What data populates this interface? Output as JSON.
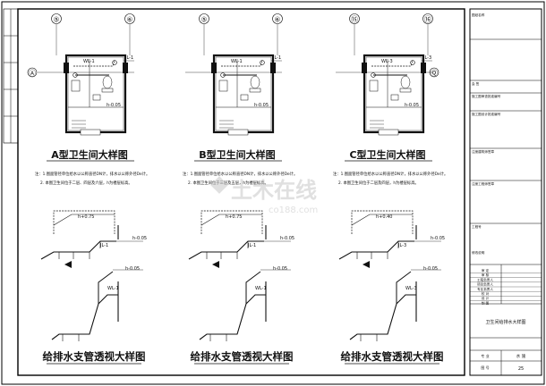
{
  "sheet": {
    "panels": [
      {
        "id": "A",
        "grid_left": "⑤",
        "grid_right": "⑥",
        "grid_row": "Ⓐ",
        "pipe_wl": "WL-1",
        "pipe_jl": "JL-1",
        "level": "h-0.05",
        "title": "A型卫生间大样图",
        "note1": "注：1.图面管径单位给水以公称直径DN计，排水以公称外径De计。",
        "note2": "2. 本图卫生间位于二层、四层及六层，h为楼层标高。",
        "iso": {
          "h1": "h+0.75",
          "h2": "h-0.05",
          "h3": "h-0.05",
          "jl": "JL-1",
          "wl": "WL-1"
        },
        "iso_title": "给排水支管透视大样图"
      },
      {
        "id": "B",
        "grid_left": "⑤",
        "grid_right": "⑥",
        "grid_row": "",
        "pipe_wl": "WL-1",
        "pipe_jl": "JL-1",
        "level": "h-0.05",
        "title": "B型卫生间大样图",
        "note1": "注：1.图面管径单位给水以公称直径DN计，排水以公称外径De计。",
        "note2": "2. 本图卫生间位于三层及五层，h为楼层标高。",
        "iso": {
          "h1": "h+0.75",
          "h2": "h-0.05",
          "h3": "h-0.05",
          "jl": "JL-1",
          "wl": "WL-1"
        },
        "iso_title": "给排水支管透视大样图"
      },
      {
        "id": "C",
        "grid_left": "⑮",
        "grid_right": "⑯",
        "grid_row": "Ⓠ",
        "pipe_wl": "WL-3",
        "pipe_jl": "JL-3",
        "level": "h-0.05",
        "title": "C型卫生间大样图",
        "note1": "注：1.图面管径单位给水以公称直径DN计，排水以公称外径De计。",
        "note2": "2. 本图卫生间位于二层及四层，h为楼层标高。",
        "iso": {
          "h1": "h+0.40",
          "h2": "h-0.05",
          "h3": "h-0.05",
          "jl": "JL-3",
          "wl": "WL-3"
        },
        "iso_title": "给排水支管透视大样图"
      }
    ],
    "watermark": "土木在线",
    "watermark_sub": "co188.com"
  },
  "title_block": {
    "labels": [
      "图纸名称",
      "会 签",
      "施工图审查批准编号",
      "施工图设计批准编号",
      "注册建筑师签章",
      "注册工程师签章",
      "工程号",
      "修改说明"
    ],
    "roles": [
      "审 定",
      "审 核",
      "工程负责人",
      "项目负责人",
      "专业负责人",
      "校 对",
      "设 计",
      "制 图"
    ],
    "drawing_name": "卫生间给排水大样图",
    "discipline_label": "专 业",
    "discipline": "水 施",
    "number_label": "图 号",
    "number": "25"
  },
  "colors": {
    "line": "#111111",
    "frame": "#000000",
    "watermark": "#c8c8c8"
  }
}
